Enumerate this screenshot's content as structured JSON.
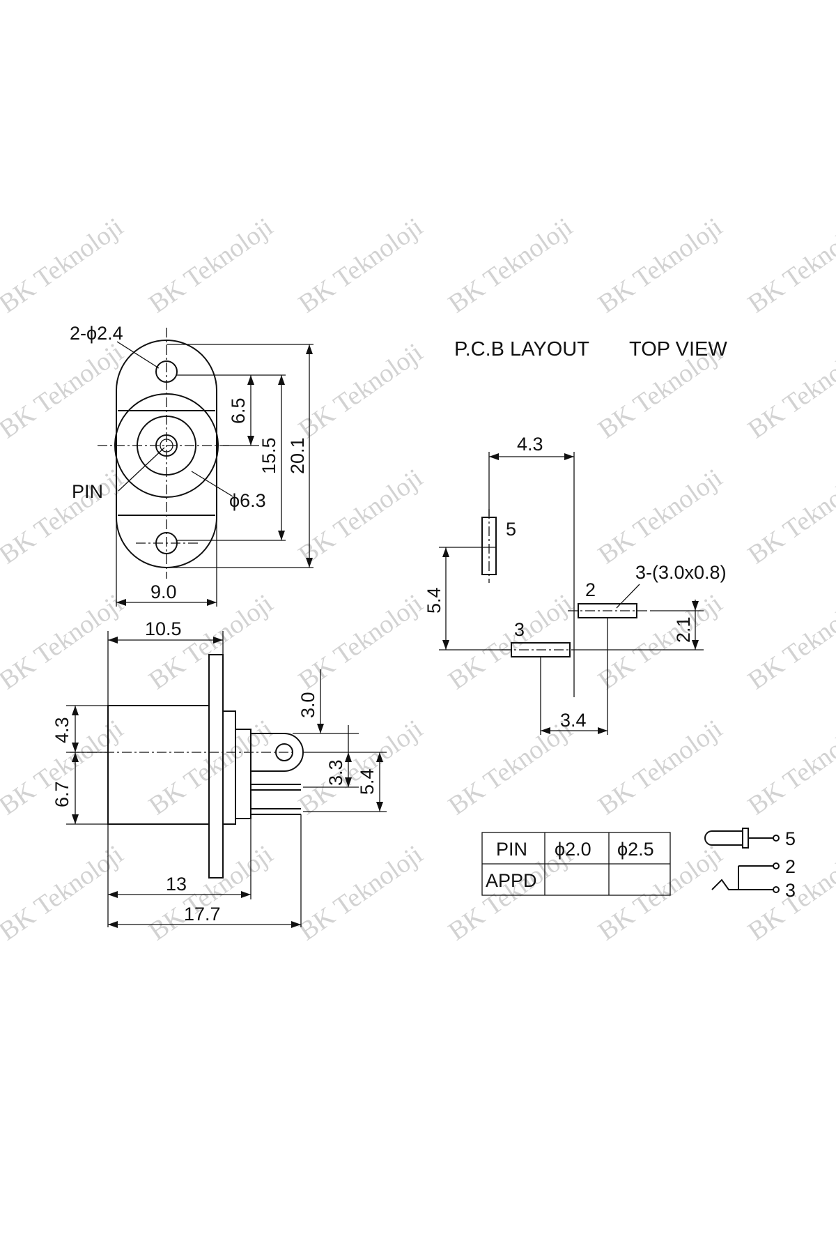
{
  "watermark": "BK Teknoloji",
  "front_view": {
    "hole_spec": "2-ϕ2.4",
    "pin_label": "PIN",
    "dia_label": "ϕ6.3",
    "dim_6_5": "6.5",
    "dim_15_5": "15.5",
    "dim_20_1": "20.1",
    "dim_9_0": "9.0"
  },
  "side_view": {
    "dim_10_5": "10.5",
    "dim_4_3": "4.3",
    "dim_6_7": "6.7",
    "dim_3_0": "3.0",
    "dim_3_3": "3.3",
    "dim_5_4": "5.4",
    "dim_13": "13",
    "dim_17_7": "17.7"
  },
  "pcb": {
    "title_left": "P.C.B LAYOUT",
    "title_right": "TOP VIEW",
    "dim_4_3": "4.3",
    "dim_5_4": "5.4",
    "dim_2_1": "2.1",
    "dim_3_4": "3.4",
    "pad_spec": "3-(3.0x0.8)",
    "pad_5": "5",
    "pad_2": "2",
    "pad_3": "3"
  },
  "table": {
    "headers": [
      "PIN",
      "ϕ2.0",
      "ϕ2.5"
    ],
    "row_label": "APPD"
  },
  "schematic": {
    "pins": [
      "5",
      "2",
      "3"
    ]
  }
}
